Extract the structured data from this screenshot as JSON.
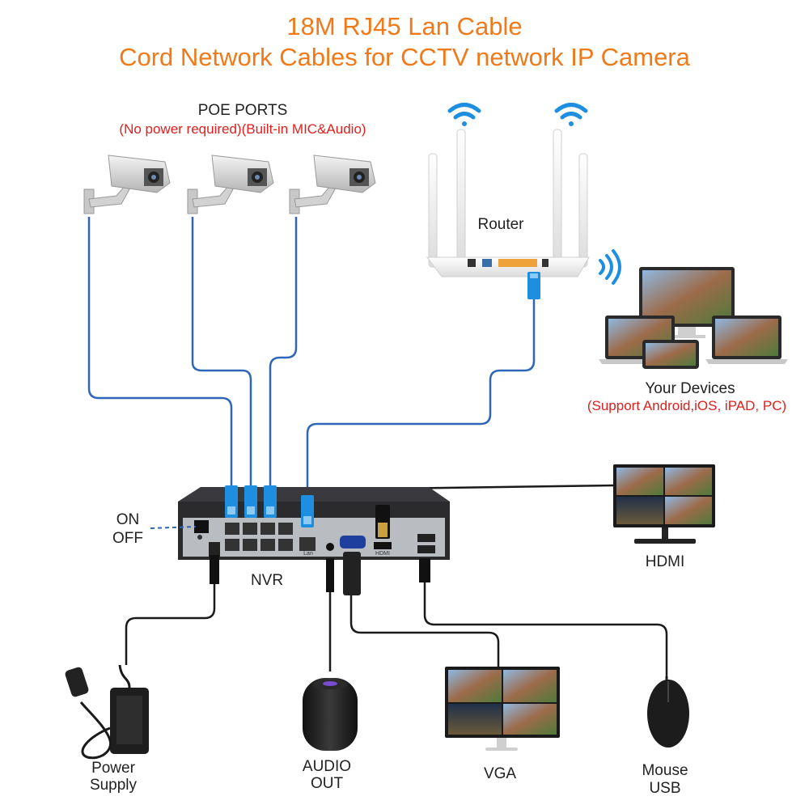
{
  "title": {
    "line1": "18M RJ45  Lan Cable",
    "line2": "Cord Network Cables for CCTV network IP Camera"
  },
  "poe": {
    "heading": "POE PORTS",
    "note": "(No power required)(Built-in MIC&Audio)"
  },
  "router": {
    "label": "Router"
  },
  "devices": {
    "label": "Your Devices",
    "note": "(Support Android,iOS, iPAD, PC)"
  },
  "switch": {
    "on": "ON",
    "off": "OFF"
  },
  "nvr": {
    "label": "NVR",
    "port_lan": "Lan",
    "port_hdmi": "HDMI"
  },
  "outputs": {
    "hdmi": "HDMI",
    "power_line1": "Power",
    "power_line2": "Supply",
    "audio_line1": "AUDIO",
    "audio_line2": "OUT",
    "vga": "VGA",
    "mouse_line1": "Mouse",
    "mouse_line2": "USB"
  },
  "colors": {
    "title": "#f07a1a",
    "note_red": "#e0201e",
    "cable_blue": "#2f66b8",
    "connector_blue": "#1e8fe0",
    "wifi_blue": "#1e8fe0",
    "nvr_body": "#2b2b2e",
    "nvr_panel": "#b9bcc0"
  },
  "icons": [
    "wifi-icon",
    "camera-icon",
    "router-icon",
    "monitor-icon",
    "laptop-icon",
    "tablet-icon",
    "speaker-icon",
    "mouse-icon",
    "power-adapter-icon"
  ]
}
